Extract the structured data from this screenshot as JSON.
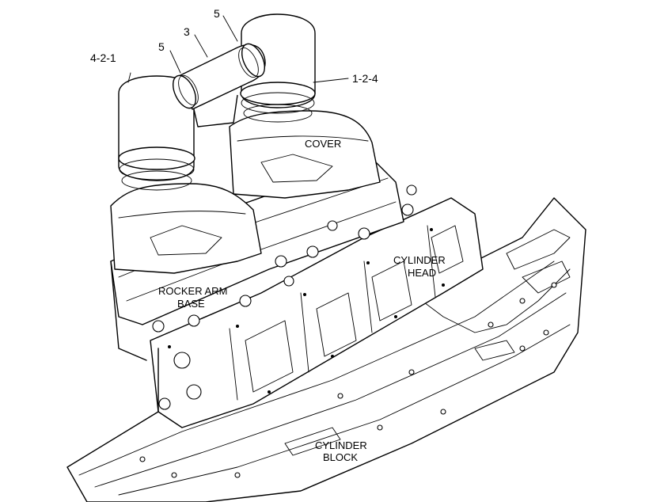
{
  "callouts": {
    "top_five": "5",
    "three": "3",
    "left_five": "5",
    "left_code": "4-2-1",
    "right_code": "1-2-4"
  },
  "labels": {
    "cover": "COVER",
    "cylinder_head_line1": "CYLINDER",
    "cylinder_head_line2": "HEAD",
    "rocker_arm_line1": "ROCKER ARM",
    "rocker_arm_line2": "BASE",
    "cylinder_block_line1": "CYLINDER",
    "cylinder_block_line2": "BLOCK"
  }
}
